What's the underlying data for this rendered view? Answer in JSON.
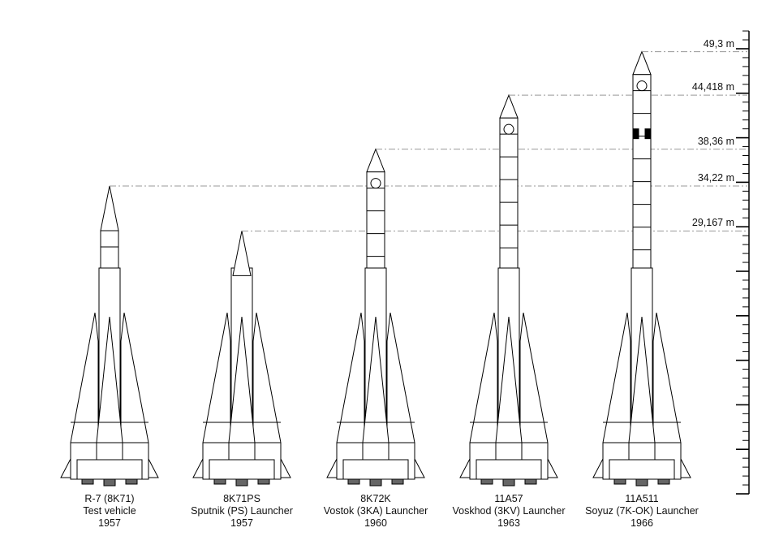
{
  "rockets": [
    {
      "name": "R-7 (8K71)",
      "role": "Test vehicle",
      "year": "1957",
      "height_m": 34.22,
      "height_label": "34,22 m"
    },
    {
      "name": "8K71PS",
      "role": "Sputnik (PS) Launcher",
      "year": "1957",
      "height_m": 29.167,
      "height_label": "29,167 m"
    },
    {
      "name": "8K72K",
      "role": "Vostok (3KA) Launcher",
      "year": "1960",
      "height_m": 38.36,
      "height_label": "38,36 m"
    },
    {
      "name": "11A57",
      "role": "Voskhod (3KV) Launcher",
      "year": "1963",
      "height_m": 44.418,
      "height_label": "44,418 m"
    },
    {
      "name": "11A511",
      "role": "Soyuz (7K-OK) Launcher",
      "year": "1966",
      "height_m": 49.3,
      "height_label": "49,3 m"
    }
  ],
  "scale": {
    "max_m": 52,
    "major_every_m": 5,
    "minor_every_m": 1
  }
}
